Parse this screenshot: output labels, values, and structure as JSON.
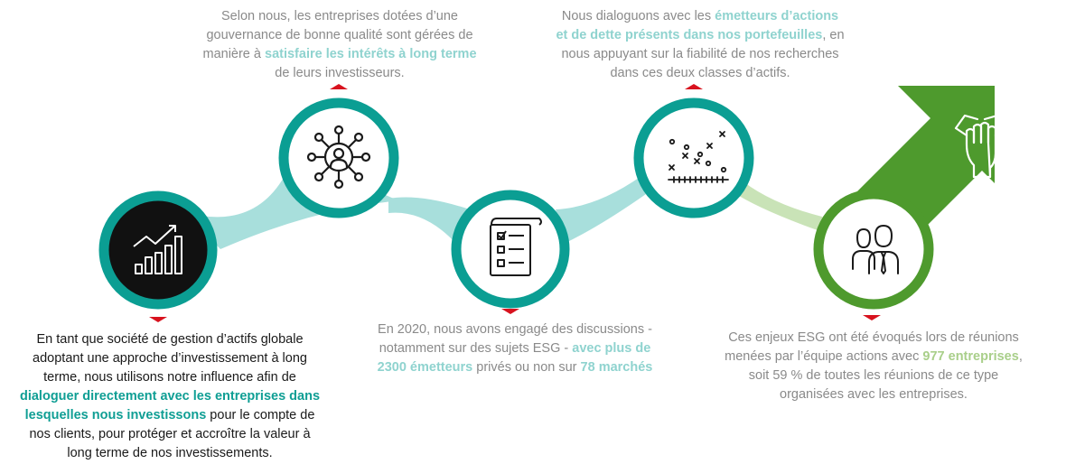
{
  "colors": {
    "teal": "#0b9e93",
    "teal_light": "#a8dfdc",
    "green": "#4e9a2d",
    "green_light": "#c9e3b7",
    "red": "#d8121e",
    "black": "#111111"
  },
  "steps": [
    {
      "icon": "growth-chart-icon",
      "text": [
        [
          {
            "t": "En tant que société de gestion d’actifs globale"
          }
        ],
        [
          {
            "t": "adoptant une approche d’investissement à long"
          }
        ],
        [
          {
            "t": "terme, nous utilisons notre influence afin de"
          }
        ],
        [
          {
            "t": "dialoguer directement avec les entreprises dans",
            "h": true
          }
        ],
        [
          {
            "t": "lesquelles nous investissons",
            "h": true
          },
          {
            "t": " pour le compte de"
          }
        ],
        [
          {
            "t": "nos clients, pour protéger et accroître la valeur à"
          }
        ],
        [
          {
            "t": "long terme de nos investissements."
          }
        ]
      ]
    },
    {
      "icon": "network-person-icon",
      "text": [
        [
          {
            "t": "Selon nous, les entreprises dotées d’une"
          }
        ],
        [
          {
            "t": "gouvernance de bonne qualité sont gérées de"
          }
        ],
        [
          {
            "t": "manière à "
          },
          {
            "t": "satisfaire les intérêts à long terme",
            "h": true
          }
        ],
        [
          {
            "t": "de leurs investisseurs."
          }
        ]
      ]
    },
    {
      "icon": "checklist-icon",
      "text": [
        [
          {
            "t": "En 2020, nous avons engagé des discussions -"
          }
        ],
        [
          {
            "t": "notamment sur des sujets ESG - "
          },
          {
            "t": "avec plus de",
            "h": true
          }
        ],
        [
          {
            "t": "2300 émetteurs",
            "h": true
          },
          {
            "t": " privés ou non sur "
          },
          {
            "t": "78 marchés",
            "h": true
          }
        ]
      ]
    },
    {
      "icon": "scatter-plot-icon",
      "text": [
        [
          {
            "t": "Nous dialoguons avec les "
          },
          {
            "t": "émetteurs d’actions",
            "h": true
          }
        ],
        [
          {
            "t": "et de dette présents dans nos portefeuilles",
            "h": true
          },
          {
            "t": ", en"
          }
        ],
        [
          {
            "t": "nous appuyant sur la fiabilité de nos recherches"
          }
        ],
        [
          {
            "t": "dans ces deux classes d’actifs."
          }
        ]
      ]
    },
    {
      "icon": "business-people-icon",
      "text": [
        [
          {
            "t": "Ces enjeux ESG ont été évoqués lors de réunions"
          }
        ],
        [
          {
            "t": "menées par l’équipe actions avec "
          },
          {
            "t": "977 entreprises",
            "h": true
          },
          {
            "t": ","
          }
        ],
        [
          {
            "t": "soit 59 % de toutes les réunions de ce type"
          }
        ],
        [
          {
            "t": "organisées avec les entreprises."
          }
        ]
      ]
    }
  ],
  "arrow_icon": "stacked-hands-icon"
}
